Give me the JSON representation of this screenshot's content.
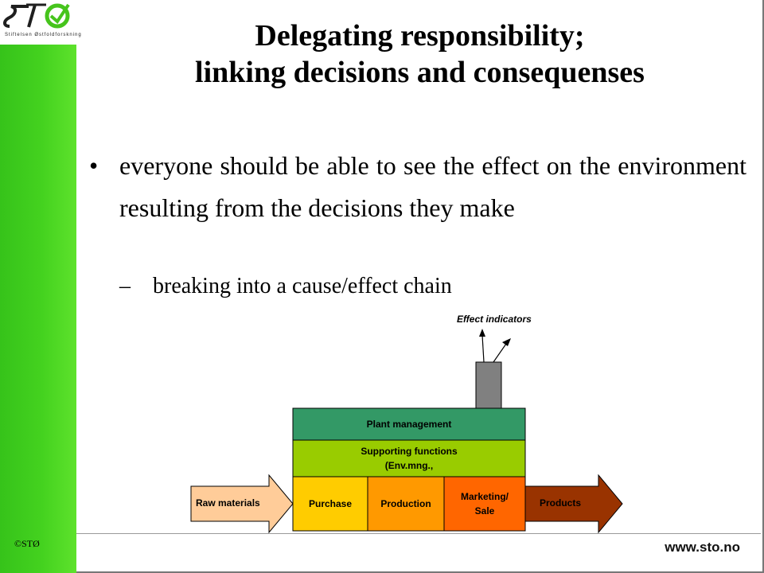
{
  "logo": {
    "mark": "STØ",
    "subtitle": "Stiftelsen Østfoldforskning"
  },
  "slide": {
    "title_line1": "Delegating responsibility;",
    "title_line2": "linking decisions and consequenses",
    "bullet": "everyone should be able to see the effect on the environment resulting from the decisions they make",
    "sub_bullet": "breaking into a cause/effect chain"
  },
  "diagram": {
    "effect_indicators": "Effect indicators",
    "plant_management": "Plant management",
    "supporting_line1": "Supporting functions",
    "supporting_line2": "(Env.mng.,",
    "raw_materials": "Raw materials",
    "purchase": "Purchase",
    "production": "Production",
    "marketing_line1": "Marketing/",
    "marketing_line2": "Sale",
    "products": "Products",
    "colors": {
      "plant": "#339966",
      "supporting": "#99cc00",
      "purchase": "#ffcc00",
      "production": "#ff9900",
      "marketing": "#ff6600",
      "raw": "#ffcc99",
      "products": "#993300",
      "chimney": "#808080"
    }
  },
  "footer": {
    "copyright": "©STØ",
    "url": "www.sto.no"
  }
}
